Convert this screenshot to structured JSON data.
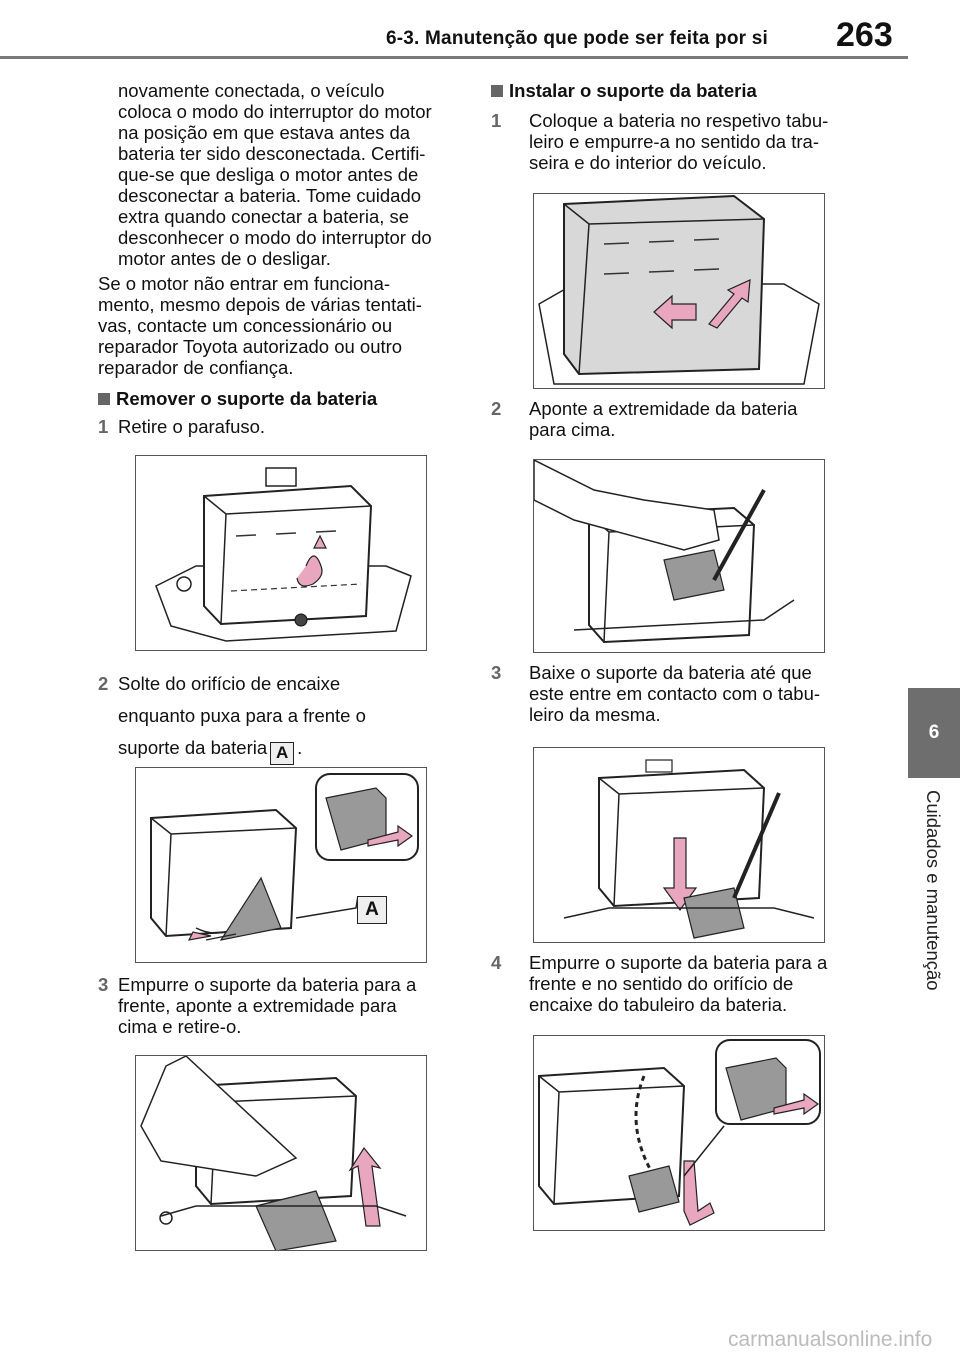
{
  "header": {
    "title": "6-3. Manutenção que pode ser feita por si",
    "page_number": "263"
  },
  "side_tab": {
    "number": "6",
    "label": "Cuidados e manutenção"
  },
  "left": {
    "continued_lines": [
      "novamente conectada, o veículo",
      "coloca o modo do interruptor do motor",
      "na posição em que estava antes da",
      "bateria ter sido desconectada. Certifi-",
      "que-se que desliga o motor antes de",
      "desconectar a bateria. Tome cuidado",
      "extra quando conectar a bateria, se",
      "desconhecer o modo do interruptor do",
      "motor antes de o desligar."
    ],
    "note_lines": [
      "Se o motor não entrar em funciona-",
      "mento, mesmo depois de várias tentati-",
      "vas, contacte um concessionário ou",
      "reparador Toyota autorizado ou outro",
      "reparador de confiança."
    ],
    "section_title": "Remover o suporte da bateria",
    "steps": [
      {
        "num": "1",
        "lines": [
          "Retire o parafuso."
        ]
      },
      {
        "num": "2",
        "lines": [
          "Solte do orifício de encaixe",
          "enquanto puxa para a frente o",
          "suporte da bateria"
        ],
        "label": "A",
        "tail": "."
      },
      {
        "num": "3",
        "lines": [
          "Empurre o suporte da bateria para a",
          "frente, aponte a extremidade para",
          "cima e retire-o."
        ]
      }
    ],
    "figure_callout": "A"
  },
  "right": {
    "section_title": "Instalar o suporte da bateria",
    "steps": [
      {
        "num": "1",
        "lines": [
          "Coloque a bateria no respetivo tabu-",
          "leiro e empurre-a no sentido da tra-",
          "seira e do interior do veículo."
        ]
      },
      {
        "num": "2",
        "lines": [
          "Aponte a extremidade da bateria",
          "para cima."
        ]
      },
      {
        "num": "3",
        "lines": [
          "Baixe o suporte da bateria até que",
          "este entre em contacto com o tabu-",
          "leiro da mesma."
        ]
      },
      {
        "num": "4",
        "lines": [
          "Empurre o suporte da bateria para a",
          "frente e no sentido do orifício de",
          "encaixe do tabuleiro da bateria."
        ]
      }
    ]
  },
  "colors": {
    "arrow": "#e9a6bf",
    "tab": "#6e6e6e",
    "battery_shade": "#d8d8d8"
  },
  "watermark": "carmanualsonline.info"
}
